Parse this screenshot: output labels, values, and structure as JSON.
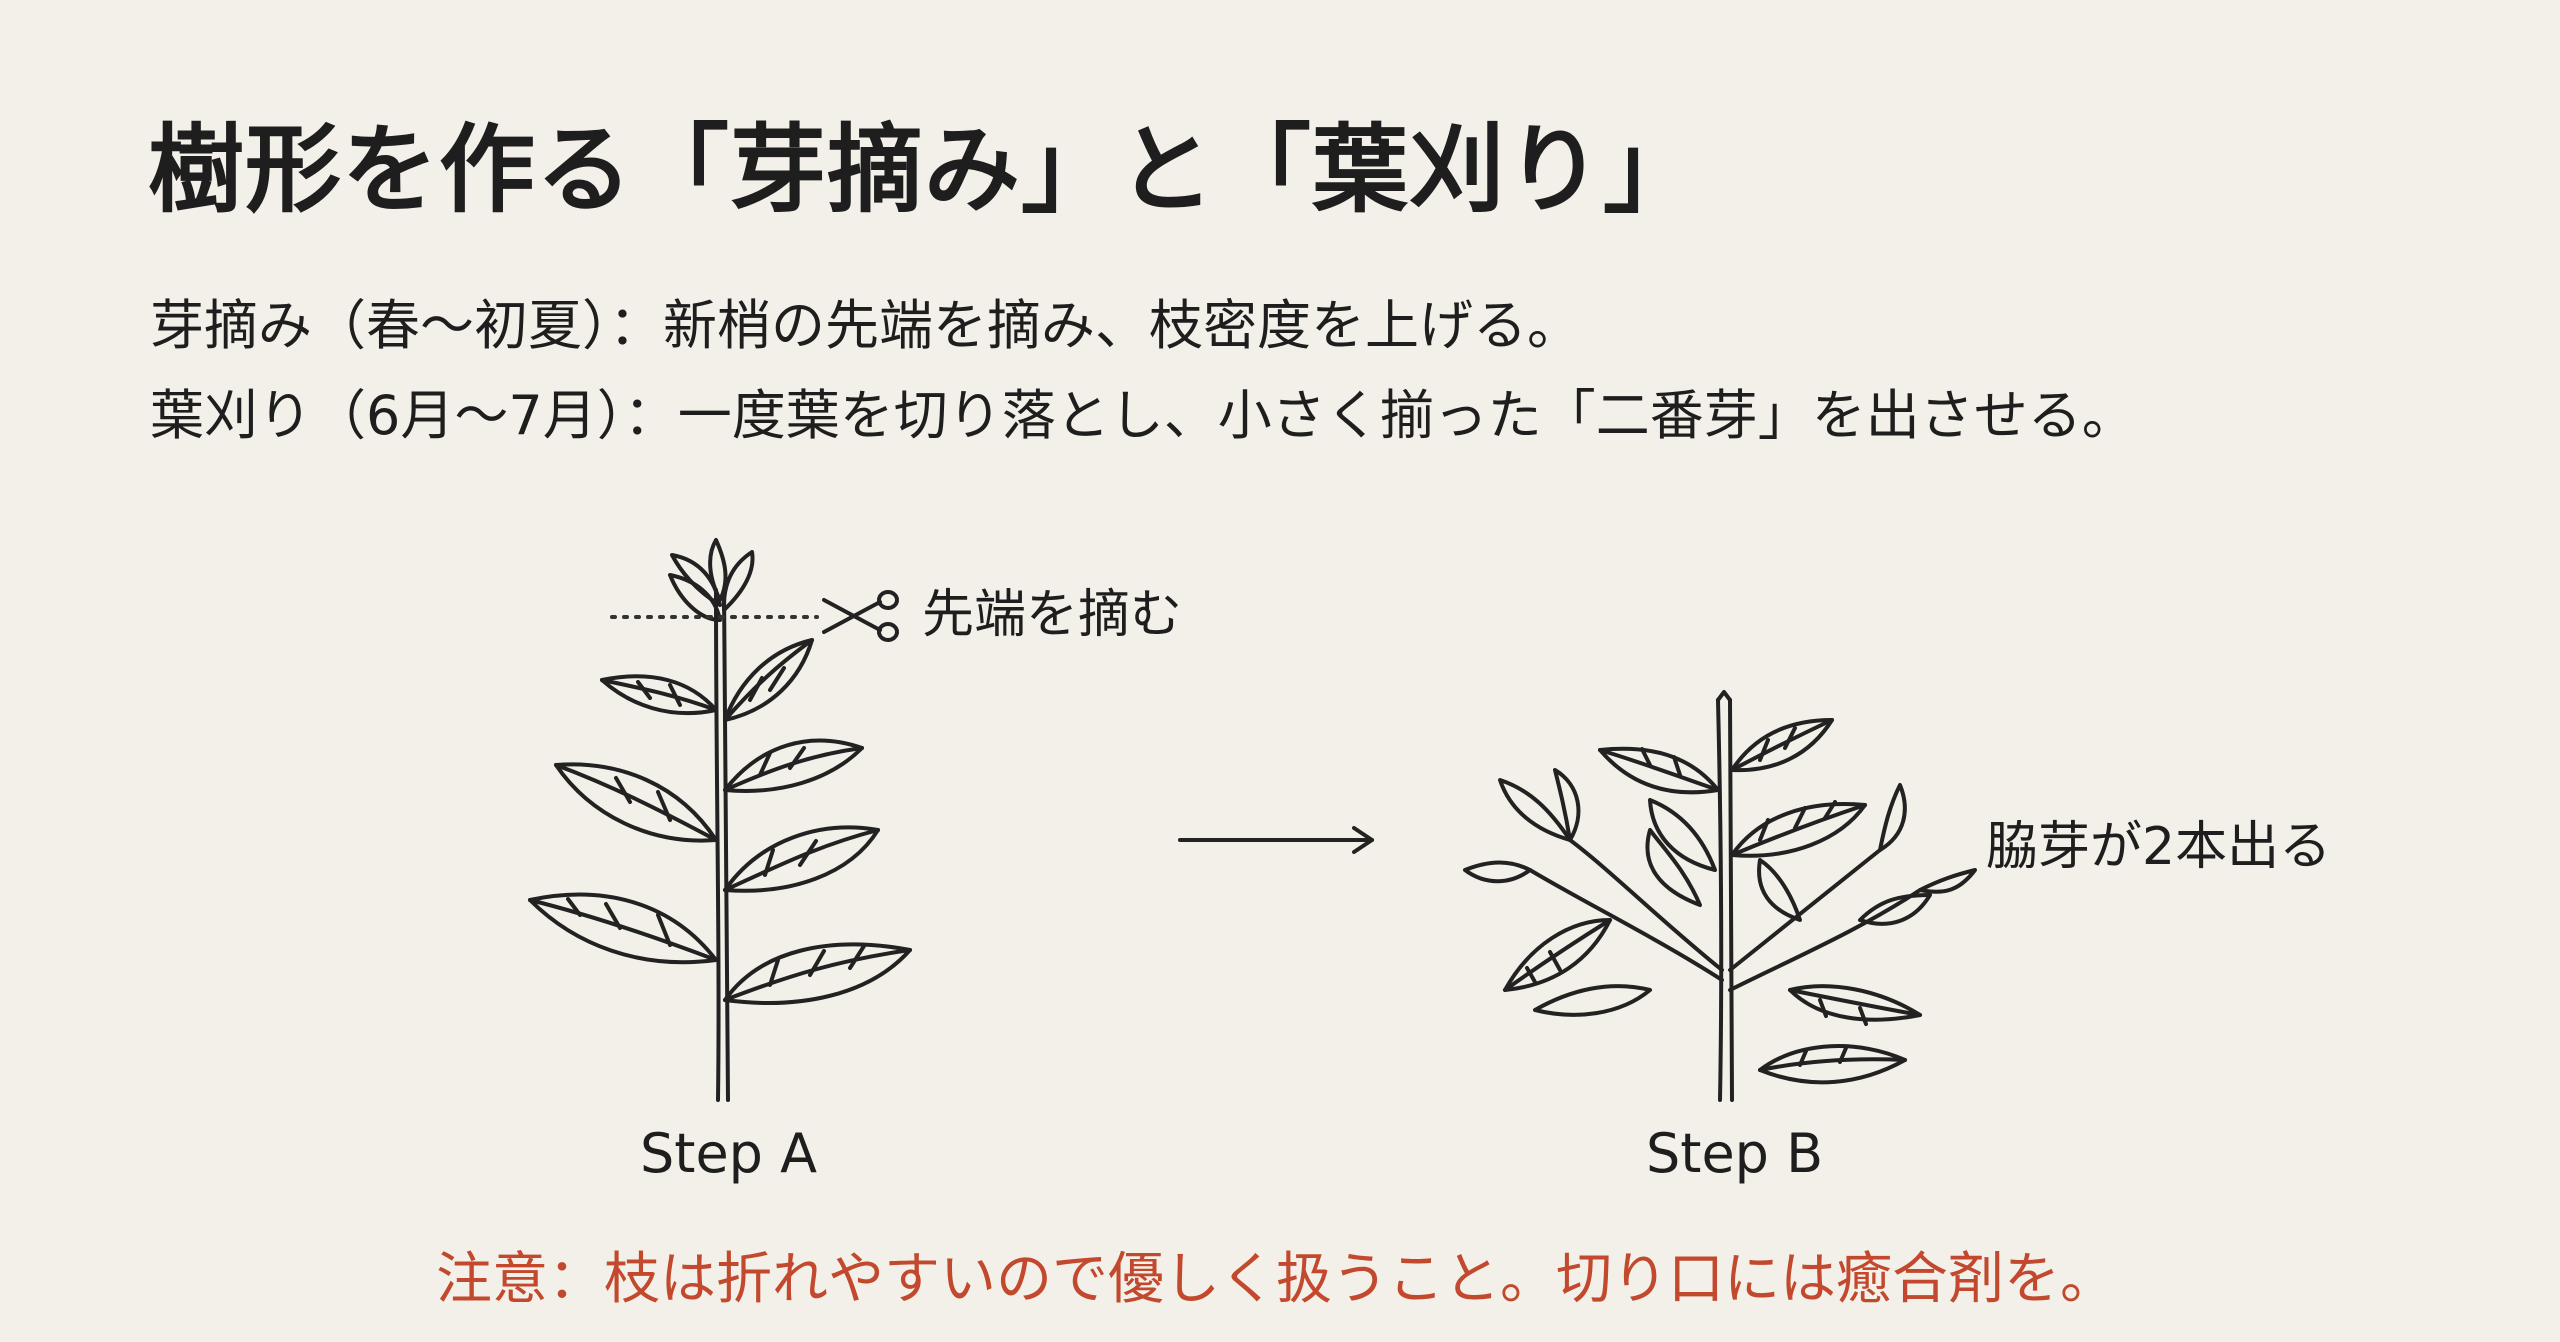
{
  "title": "樹形を作る「芽摘み」と「葉刈り」",
  "lines": {
    "line1": "芽摘み（春〜初夏）：新梢の先端を摘み、枝密度を上げる。",
    "line2": "葉刈り（6月〜7月）：一度葉を切り落とし、小さく揃った「二番芽」を出させる。"
  },
  "diagram": {
    "cut_label": "先端を摘む",
    "buds_label": "脇芽が2本出る",
    "step_a": "Step A",
    "step_b": "Step B",
    "icons": [
      "scissors-icon",
      "arrow-right-icon"
    ]
  },
  "note": "注意：枝は折れやすいので優しく扱うこと。切り口には癒合剤を。",
  "colors": {
    "background": "#f3f0e9",
    "text": "#1e1e1e",
    "note": "#c2492d"
  }
}
